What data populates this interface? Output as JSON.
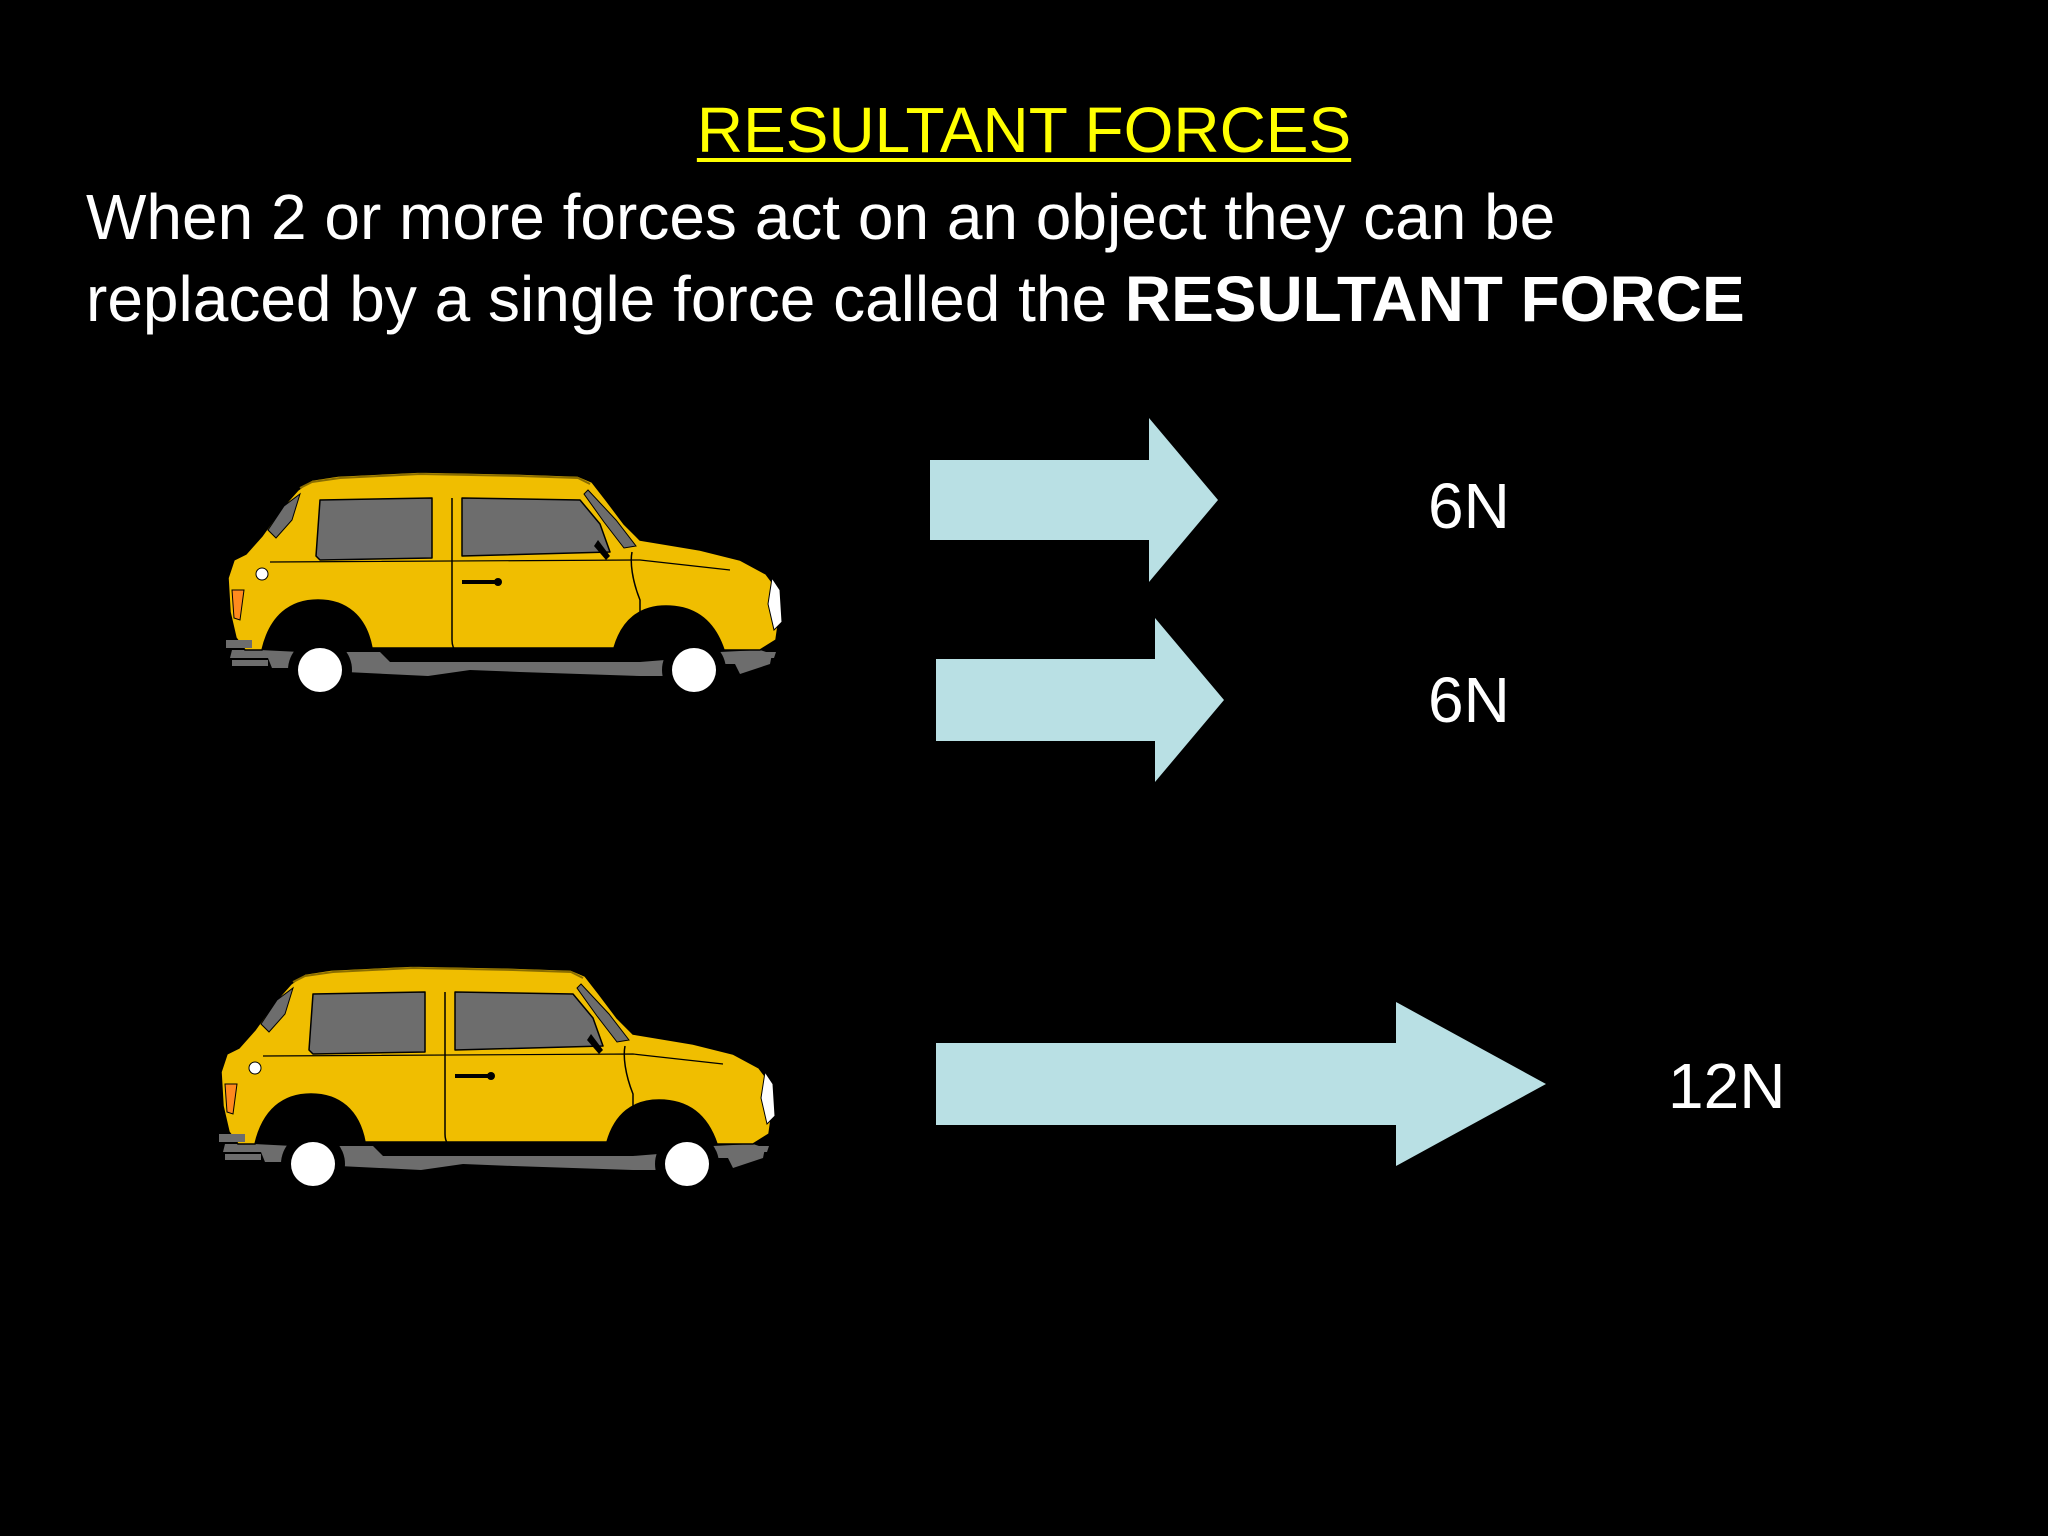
{
  "slide": {
    "title": "RESULTANT FORCES",
    "intro_line1": "When 2 or more forces act on an object they can be",
    "intro_line2_start": "replaced by a single force called the ",
    "intro_line2_bold": "RESULTANT FORCE"
  },
  "forces": {
    "first": "6N",
    "second": "6N",
    "resultant": "12N"
  },
  "colors": {
    "background": "#000000",
    "title": "#ffff00",
    "text": "#ffffff",
    "arrow": "#b9e0e4",
    "car_body": "#f0be00",
    "car_window": "#6d6d6d"
  },
  "icons": {
    "car": "car-icon",
    "arrow": "arrow-right-icon"
  }
}
